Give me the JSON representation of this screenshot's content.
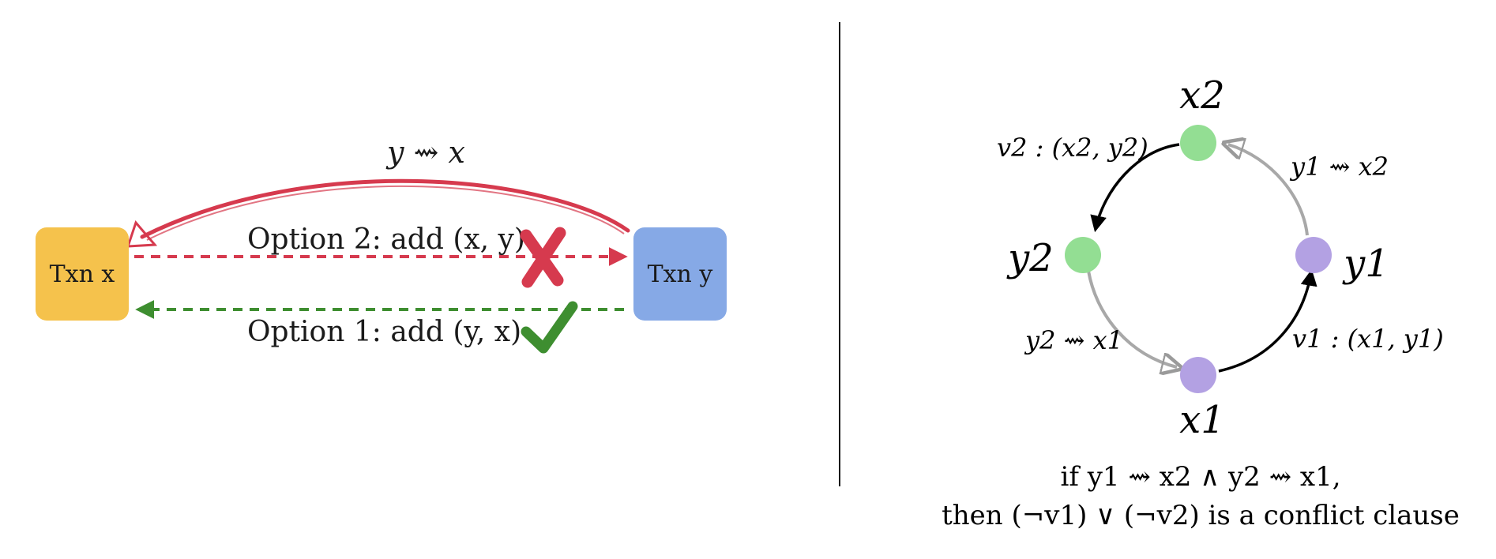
{
  "left": {
    "box_x_label": "Txn x",
    "box_y_label": "Txn y",
    "arc_label": "y ⇝ x",
    "option2_label": "Option 2: add (x, y)",
    "option1_label": "Option 1: add (y, x)",
    "colors": {
      "box_x": "#F5C24C",
      "box_y": "#86A9E6",
      "red": "#D63A4E",
      "green": "#3E8E30"
    },
    "icons": {
      "reject": "cross-icon",
      "accept": "check-icon"
    }
  },
  "right": {
    "nodes": {
      "x2": "x2",
      "y1": "y1",
      "y2": "y2",
      "x1": "x1"
    },
    "edge_labels": {
      "v2": "v2 : (x2, y2)",
      "y1_to_x2": "y1 ⇝ x2",
      "y2_to_x1": "y2 ⇝ x1",
      "v1": "v1 : (x1, y1)"
    },
    "caption_line1": "if y1 ⇝ x2 ∧ y2 ⇝ x1,",
    "caption_line2": "then (¬v1) ∨ (¬v2) is a conflict clause",
    "colors": {
      "green_node": "#93DE93",
      "purple_node": "#B3A1E3",
      "gray_edge": "#A8A8A8",
      "black_edge": "#000000"
    }
  }
}
